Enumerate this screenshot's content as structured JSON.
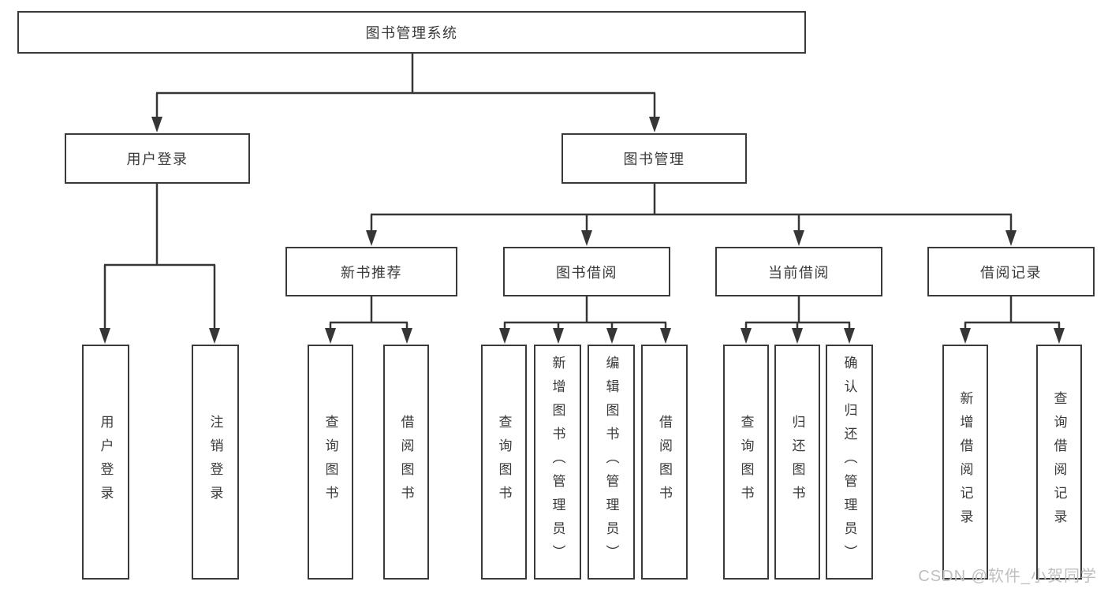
{
  "tree": {
    "label": "图书管理系统",
    "children": [
      {
        "label": "用户登录",
        "children": [
          {
            "label": "用户登录"
          },
          {
            "label": "注销登录"
          }
        ]
      },
      {
        "label": "图书管理",
        "children": [
          {
            "label": "新书推荐",
            "children": [
              {
                "label": "查询图书"
              },
              {
                "label": "借阅图书"
              }
            ]
          },
          {
            "label": "图书借阅",
            "children": [
              {
                "label": "查询图书"
              },
              {
                "label": "新增图书（管理员）"
              },
              {
                "label": "编辑图书（管理员）"
              },
              {
                "label": "借阅图书"
              }
            ]
          },
          {
            "label": "当前借阅",
            "children": [
              {
                "label": "查询图书"
              },
              {
                "label": "归还图书"
              },
              {
                "label": "确认归还（管理员）"
              }
            ]
          },
          {
            "label": "借阅记录",
            "children": [
              {
                "label": "新增借阅记录"
              },
              {
                "label": "查询借阅记录"
              }
            ]
          }
        ]
      }
    ]
  },
  "watermark": "CSDN @软件_小贺同学",
  "colors": {
    "line": "#363636",
    "box_border": "#3a3a3a",
    "box_fill": "#ffffff",
    "text": "#3a3a3a",
    "watermark": "#bfbfbf",
    "background": "#ffffff"
  }
}
